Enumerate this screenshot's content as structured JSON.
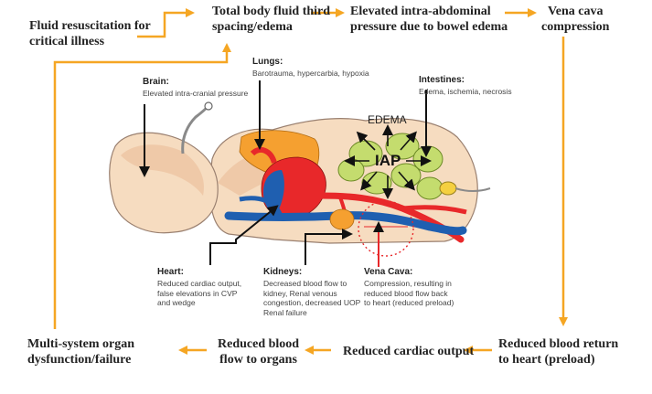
{
  "colors": {
    "arrow": "#f5a623",
    "skin": "#f6dcc0",
    "organ_orange": "#f5a030",
    "artery": "#e8282a",
    "vein": "#1f5fb0",
    "intestine": "#c4dc6e"
  },
  "flow": {
    "fluid_resuscitation": "Fluid resuscitation for\ncritical illness",
    "third_spacing": "Total body fluid third\nspacing/edema",
    "elevated_iap": "Elevated intra-abdominal\npressure due to bowel edema",
    "vena_cava_compression": "Vena cava\ncompression",
    "reduced_return": "Reduced blood return\nto heart (preload)",
    "reduced_output": "Reduced cardiac output",
    "reduced_flow": "Reduced blood\nflow to organs",
    "mods": "Multi-system organ\ndysfunction/failure"
  },
  "organs": {
    "brain": {
      "title": "Brain:",
      "desc": "Elevated intra-cranial pressure"
    },
    "lungs": {
      "title": "Lungs:",
      "desc": "Barotrauma, hypercarbia, hypoxia"
    },
    "intestines": {
      "title": "Intestines:",
      "desc": "Edema, ischemia, necrosis"
    },
    "heart": {
      "title": "Heart:",
      "desc": "Reduced cardiac output,\nfalse elevations in CVP\nand wedge"
    },
    "kidneys": {
      "title": "Kidneys:",
      "desc": "Decreased blood flow to\nkidney, Renal venous\ncongestion, decreased UOP\nRenal failure"
    },
    "vena_cava": {
      "title": "Vena Cava:",
      "desc": "Compression, resulting in\nreduced blood flow back\nto heart (reduced preload)"
    }
  },
  "labels": {
    "edema": "EDEMA",
    "iap": "IAP"
  }
}
